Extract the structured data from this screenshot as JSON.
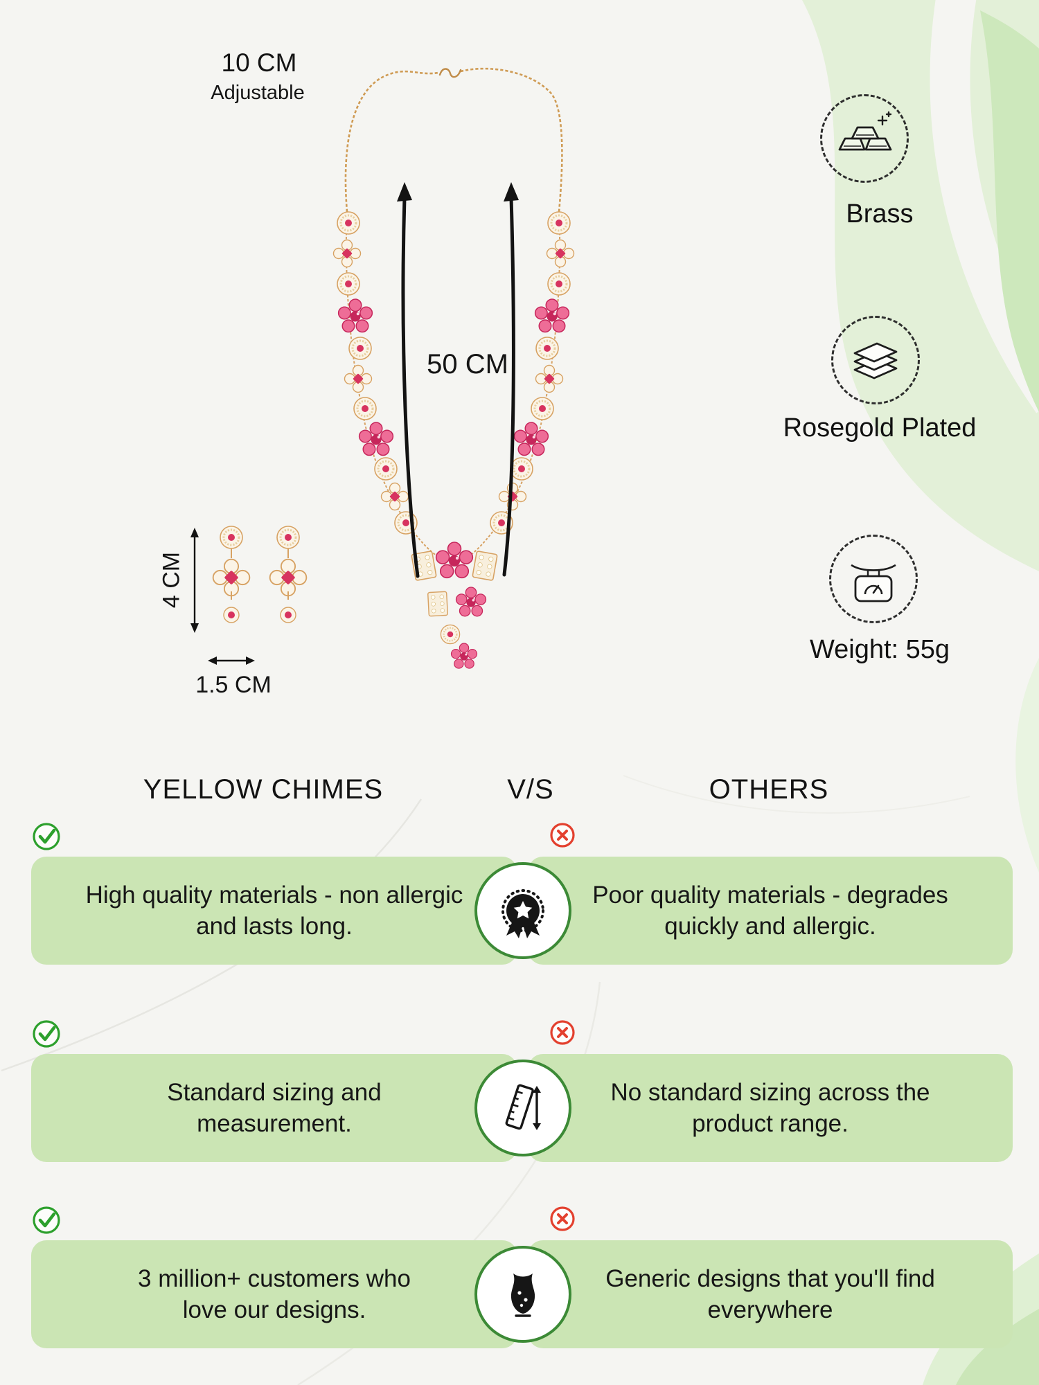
{
  "colors": {
    "background": "#f5f5f2",
    "panel_green": "#cbe5b4",
    "decor_green_light": "#e3f0d8",
    "decor_green_mid": "#cde8bc",
    "check_green": "#2da02d",
    "cross_red": "#e3402e",
    "text_dark": "#151515",
    "gold": "#d7a263",
    "stone_pink": "#d7335f"
  },
  "product": {
    "illustration": "rosegold-necklace-and-earrings",
    "measurements": {
      "extender_length": "10 CM",
      "extender_note": "Adjustable",
      "necklace_length": "50 CM",
      "earring_height": "4 CM",
      "earring_width": "1.5 CM"
    },
    "features": [
      {
        "icon": "gold-bars-icon",
        "label": "Brass"
      },
      {
        "icon": "stacked-layers-icon",
        "label": "Rosegold Plated"
      },
      {
        "icon": "weighing-scale-icon",
        "label": "Weight: 55g"
      }
    ]
  },
  "comparison": {
    "brand_header": "YELLOW CHIMES",
    "versus": "V/S",
    "others_header": "OTHERS",
    "rows": [
      {
        "icon": "award-badge-icon",
        "brand_point": "High quality materials - non allergic and lasts long.",
        "others_point": "Poor quality materials - degrades quickly and allergic."
      },
      {
        "icon": "measuring-ruler-icon",
        "brand_point": "Standard sizing and measurement.",
        "others_point": "No standard sizing across the product range."
      },
      {
        "icon": "jewellery-design-icon",
        "brand_point": "3 million+ customers who love our designs.",
        "others_point": "Generic designs that you'll find everywhere"
      }
    ]
  }
}
